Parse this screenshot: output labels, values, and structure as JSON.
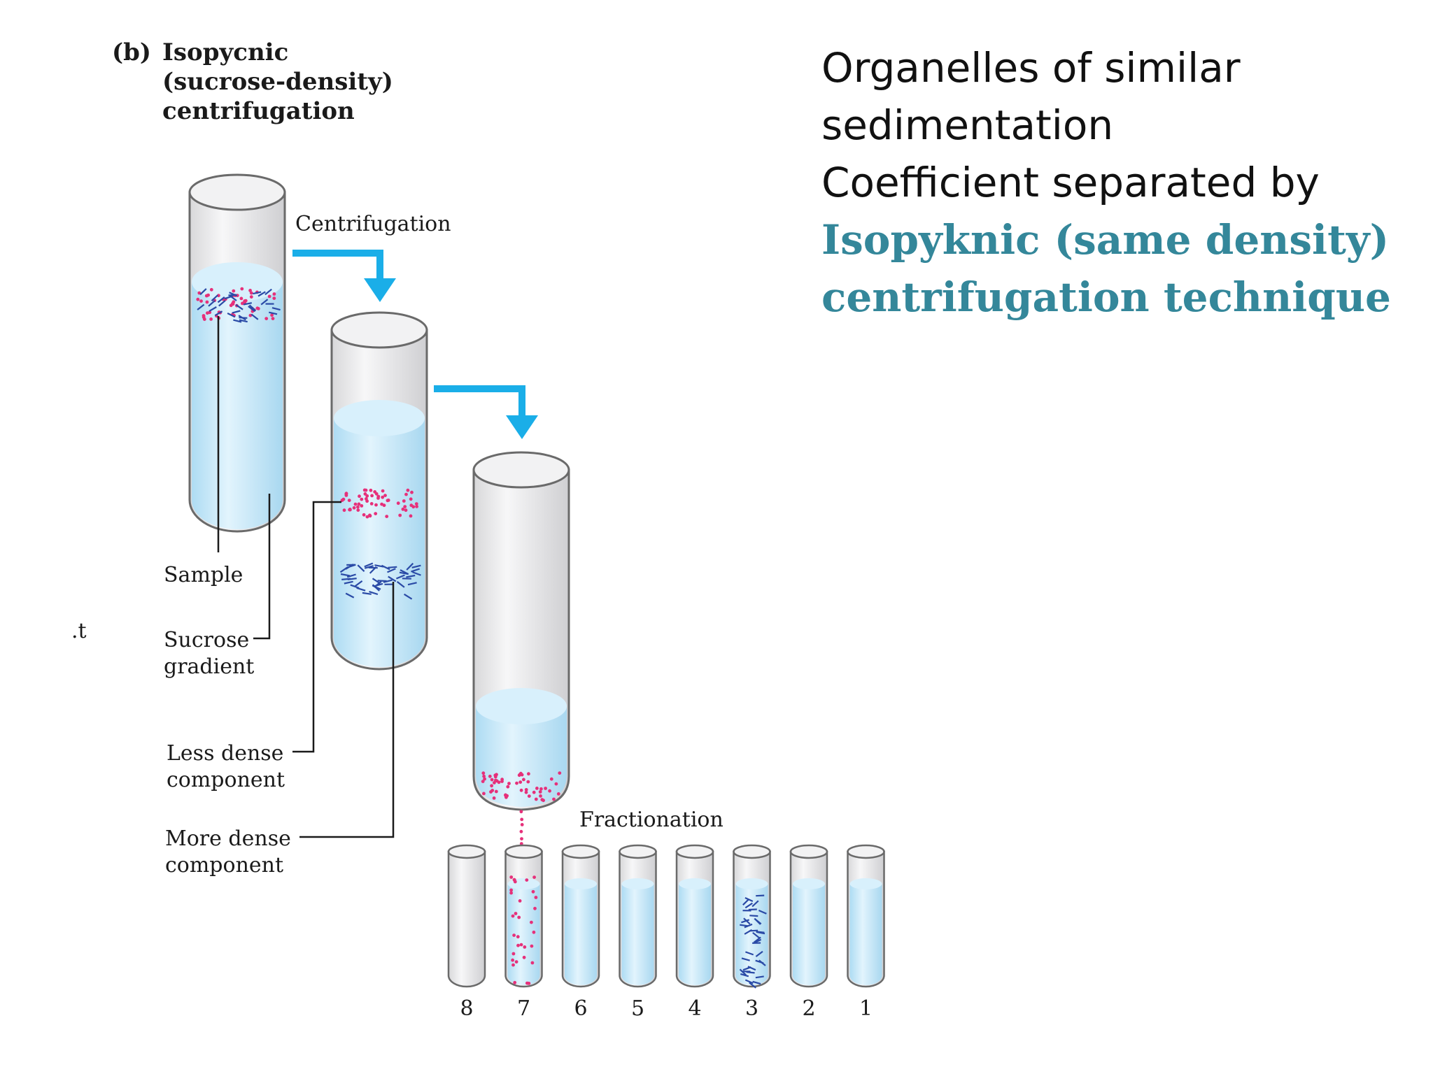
{
  "figure": {
    "part_label": "(b)",
    "title_lines": [
      "Isopycnic",
      "(sucrose-density)",
      "centrifugation"
    ],
    "step_labels": {
      "centrifugation": "Centrifugation",
      "fractionation": "Fractionation"
    },
    "callouts": {
      "sample": [
        "Sample"
      ],
      "sucrose_gradient": [
        "Sucrose",
        "gradient"
      ],
      "less_dense": [
        "Less dense",
        "component"
      ],
      "more_dense": [
        "More dense",
        "component"
      ]
    },
    "stray_mark": ".t",
    "fraction_numbers": [
      "8",
      "7",
      "6",
      "5",
      "4",
      "3",
      "2",
      "1"
    ]
  },
  "side_text": {
    "lines": [
      "Organelles of similar",
      "sedimentation",
      "Coefficient separated by"
    ],
    "accent_lines": [
      "Isopyknic (same density)",
      "centrifugation  technique"
    ]
  },
  "colors": {
    "accent_text": "#34879a",
    "arrow": "#1aaee8",
    "liquid": "#c9e9f9",
    "tube_glass": "#eeeeef",
    "tube_outline": "#6a6a6a",
    "less_dense_particles": "#e6307a",
    "more_dense_particles": "#2a4aa6"
  }
}
